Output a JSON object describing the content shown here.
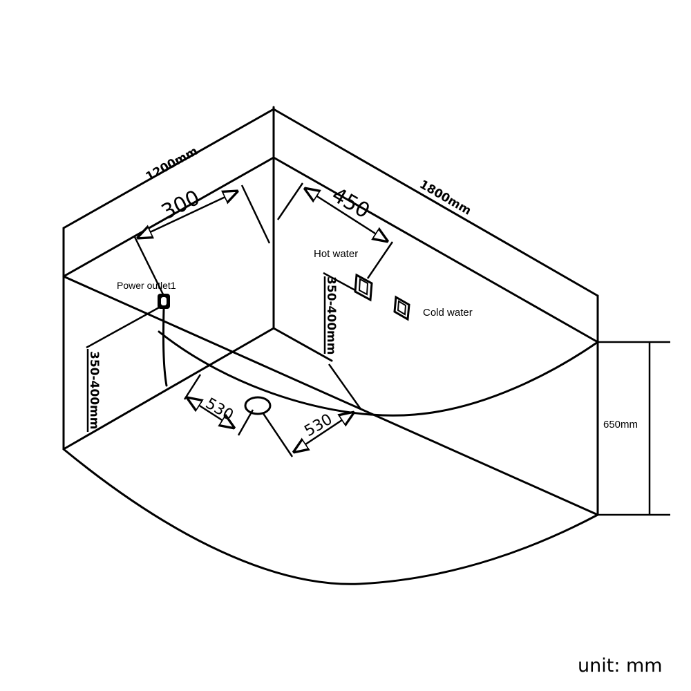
{
  "title": "Corner bathtub installation diagram",
  "dimensions": {
    "width_left": "1200mm",
    "width_right": "1800mm",
    "height": "650mm",
    "outlet_offset": "300",
    "hot_water_offset": "450",
    "left_pipe_height": "350-400mm",
    "right_pipe_height": "350-400mm",
    "drain_left": "530",
    "drain_right": "530"
  },
  "labels": {
    "power_outlet": "Power outlet1",
    "hot_water": "Hot water",
    "cold_water": "Cold water"
  },
  "unit": "unit: mm"
}
